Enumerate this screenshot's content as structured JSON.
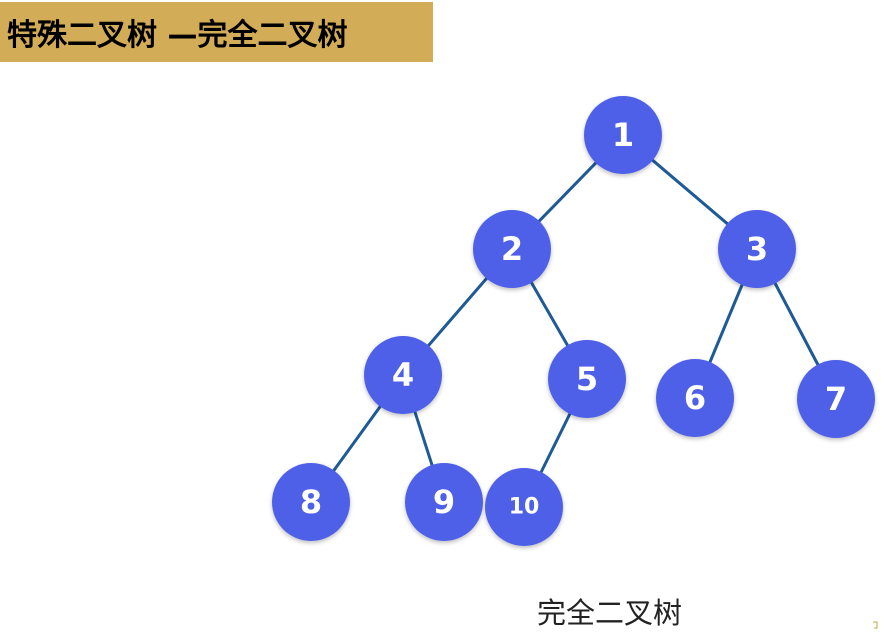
{
  "header": {
    "title": "特殊二叉树 —完全二叉树"
  },
  "diagram": {
    "caption": "完全二叉树",
    "colors": {
      "node_fill": "#5060e8",
      "edge": "#1e5a96",
      "title_bg": "#d2ac56"
    },
    "nodes": [
      {
        "id": "1",
        "label": "1"
      },
      {
        "id": "2",
        "label": "2"
      },
      {
        "id": "3",
        "label": "3"
      },
      {
        "id": "4",
        "label": "4"
      },
      {
        "id": "5",
        "label": "5"
      },
      {
        "id": "6",
        "label": "6"
      },
      {
        "id": "7",
        "label": "7"
      },
      {
        "id": "8",
        "label": "8"
      },
      {
        "id": "9",
        "label": "9"
      },
      {
        "id": "10",
        "label": "10"
      }
    ],
    "edges": [
      {
        "from": "1",
        "to": "2"
      },
      {
        "from": "1",
        "to": "3"
      },
      {
        "from": "2",
        "to": "4"
      },
      {
        "from": "2",
        "to": "5"
      },
      {
        "from": "3",
        "to": "6"
      },
      {
        "from": "3",
        "to": "7"
      },
      {
        "from": "4",
        "to": "8"
      },
      {
        "from": "4",
        "to": "9"
      },
      {
        "from": "5",
        "to": "10"
      }
    ]
  }
}
